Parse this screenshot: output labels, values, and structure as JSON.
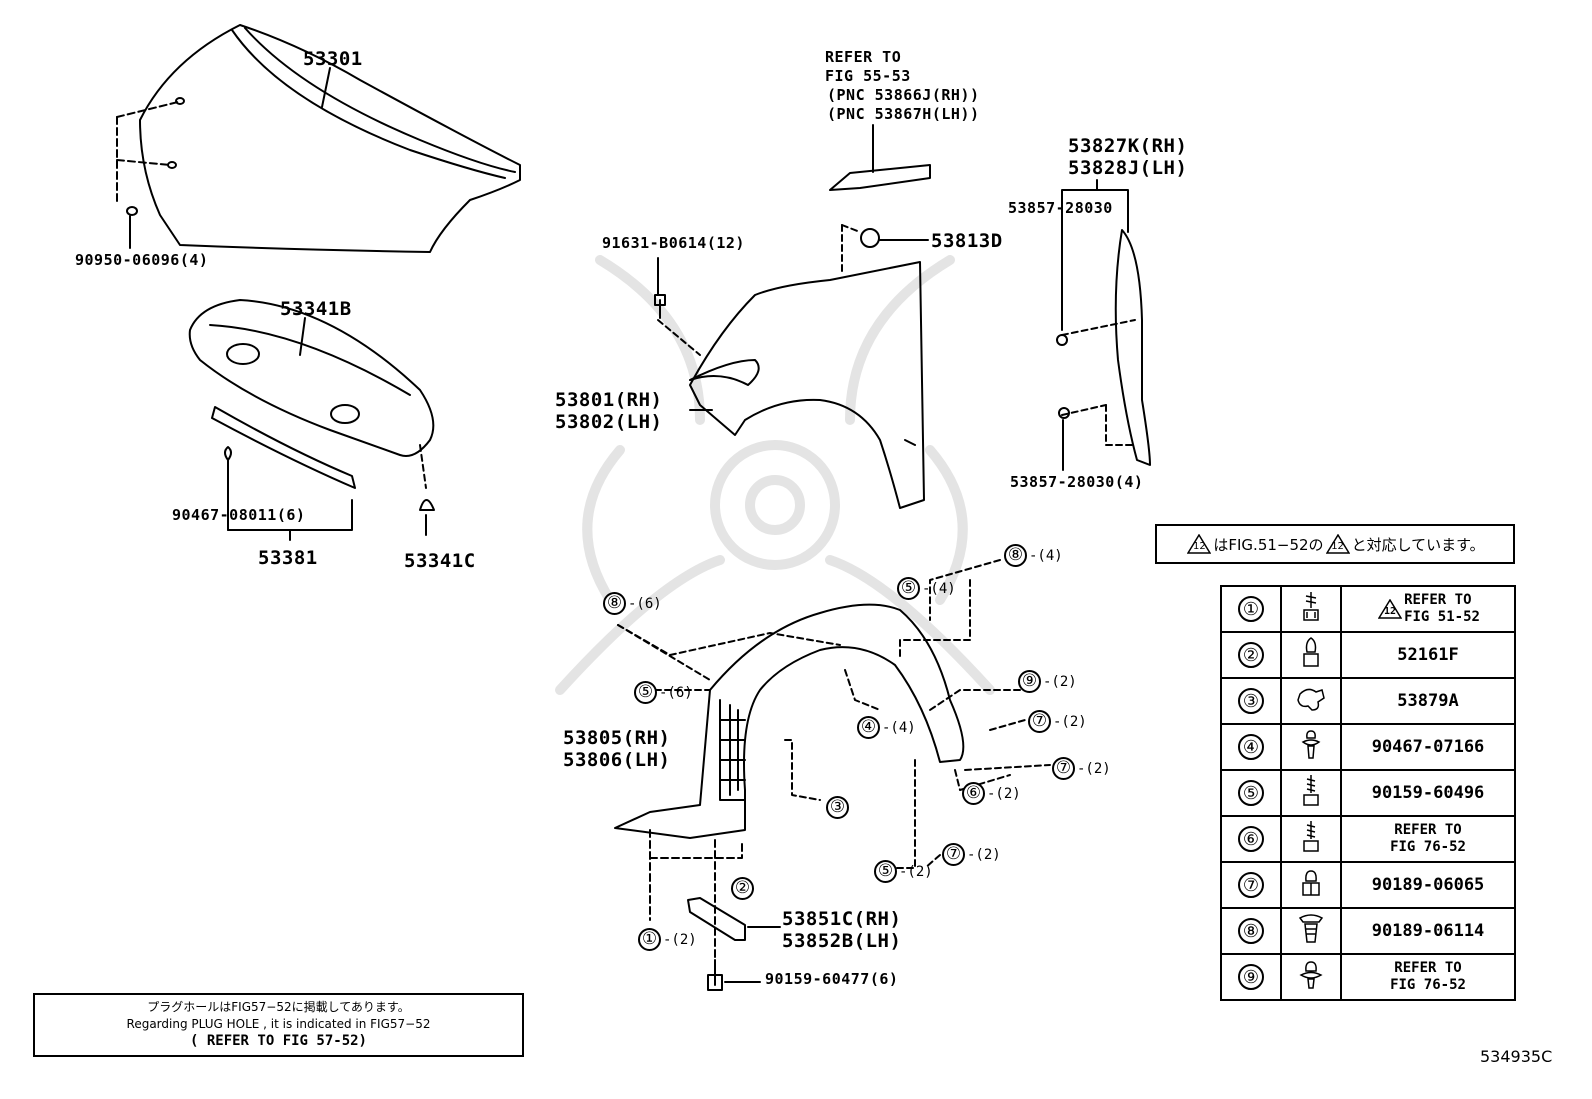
{
  "labels": {
    "hood": "53301",
    "hood_cushion": "90950-06096(4)",
    "hood_insulator": "53341B",
    "insulator_clip_a": "90467-08011(6)",
    "hood_seal": "53381",
    "insulator_clip_b": "53341C",
    "refer_top_1": "REFER TO",
    "refer_top_2": "FIG 55-53",
    "refer_top_3": "(PNC 53866J(RH))",
    "refer_top_4": "(PNC 53867H(LH))",
    "fender_bolt": "91631-B0614(12)",
    "fender_plug": "53813D",
    "fender_rh": "53801(RH)",
    "fender_lh": "53802(LH)",
    "seal_rh": "53827K(RH)",
    "seal_lh": "53828J(LH)",
    "seal_clip_top": "53857-28030",
    "seal_clip_bottom": "53857-28030(4)",
    "liner_rh": "53805(RH)",
    "liner_lh": "53806(LH)",
    "mud_guard_rh": "53851C(RH)",
    "mud_guard_lh": "53852B(LH)",
    "mud_guard_screw": "90159-60477(6)"
  },
  "callouts": [
    {
      "num": "⑧",
      "qty": "-(4)"
    },
    {
      "num": "⑤",
      "qty": "-(4)"
    },
    {
      "num": "⑧",
      "qty": "-(6)"
    },
    {
      "num": "⑤",
      "qty": "-(6)"
    },
    {
      "num": "⑨",
      "qty": "-(2)"
    },
    {
      "num": "④",
      "qty": "-(4)"
    },
    {
      "num": "⑦",
      "qty": "-(2)"
    },
    {
      "num": "⑦",
      "qty": "-(2)"
    },
    {
      "num": "⑥",
      "qty": "-(2)"
    },
    {
      "num": "③",
      "qty": ""
    },
    {
      "num": "⑤",
      "qty": "-(2)"
    },
    {
      "num": "⑦",
      "qty": "-(2)"
    },
    {
      "num": "②",
      "qty": ""
    },
    {
      "num": "①",
      "qty": "-(2)"
    }
  ],
  "note_jp": {
    "tri": "12",
    "part1": "はFIG.51−52の",
    "part2": "と対応しています。"
  },
  "legend": [
    {
      "num": "①",
      "icon": "bolt-icon",
      "part_line1": "REFER TO",
      "part_line2": "FIG 51-52",
      "tri": "12"
    },
    {
      "num": "②",
      "icon": "bolt-icon",
      "part": "52161F"
    },
    {
      "num": "③",
      "icon": "clip-icon",
      "part": "53879A"
    },
    {
      "num": "④",
      "icon": "clip-icon",
      "part": "90467-07166"
    },
    {
      "num": "⑤",
      "icon": "screw-icon",
      "part": "90159-60496"
    },
    {
      "num": "⑥",
      "icon": "bolt-icon",
      "part_line1": "REFER TO",
      "part_line2": "FIG 76-52"
    },
    {
      "num": "⑦",
      "icon": "nut-icon",
      "part": "90189-06065"
    },
    {
      "num": "⑧",
      "icon": "rivet-icon",
      "part": "90189-06114"
    },
    {
      "num": "⑨",
      "icon": "clip-icon",
      "part_line1": "REFER TO",
      "part_line2": "FIG 76-52"
    }
  ],
  "note_plug": {
    "line1": "プラグホールはFIG57−52に掲載してあります。",
    "line2": "Regarding PLUG HOLE , it is indicated in FIG57−52",
    "line3": "( REFER TO FIG 57-52)"
  },
  "figure_id": "534935C"
}
